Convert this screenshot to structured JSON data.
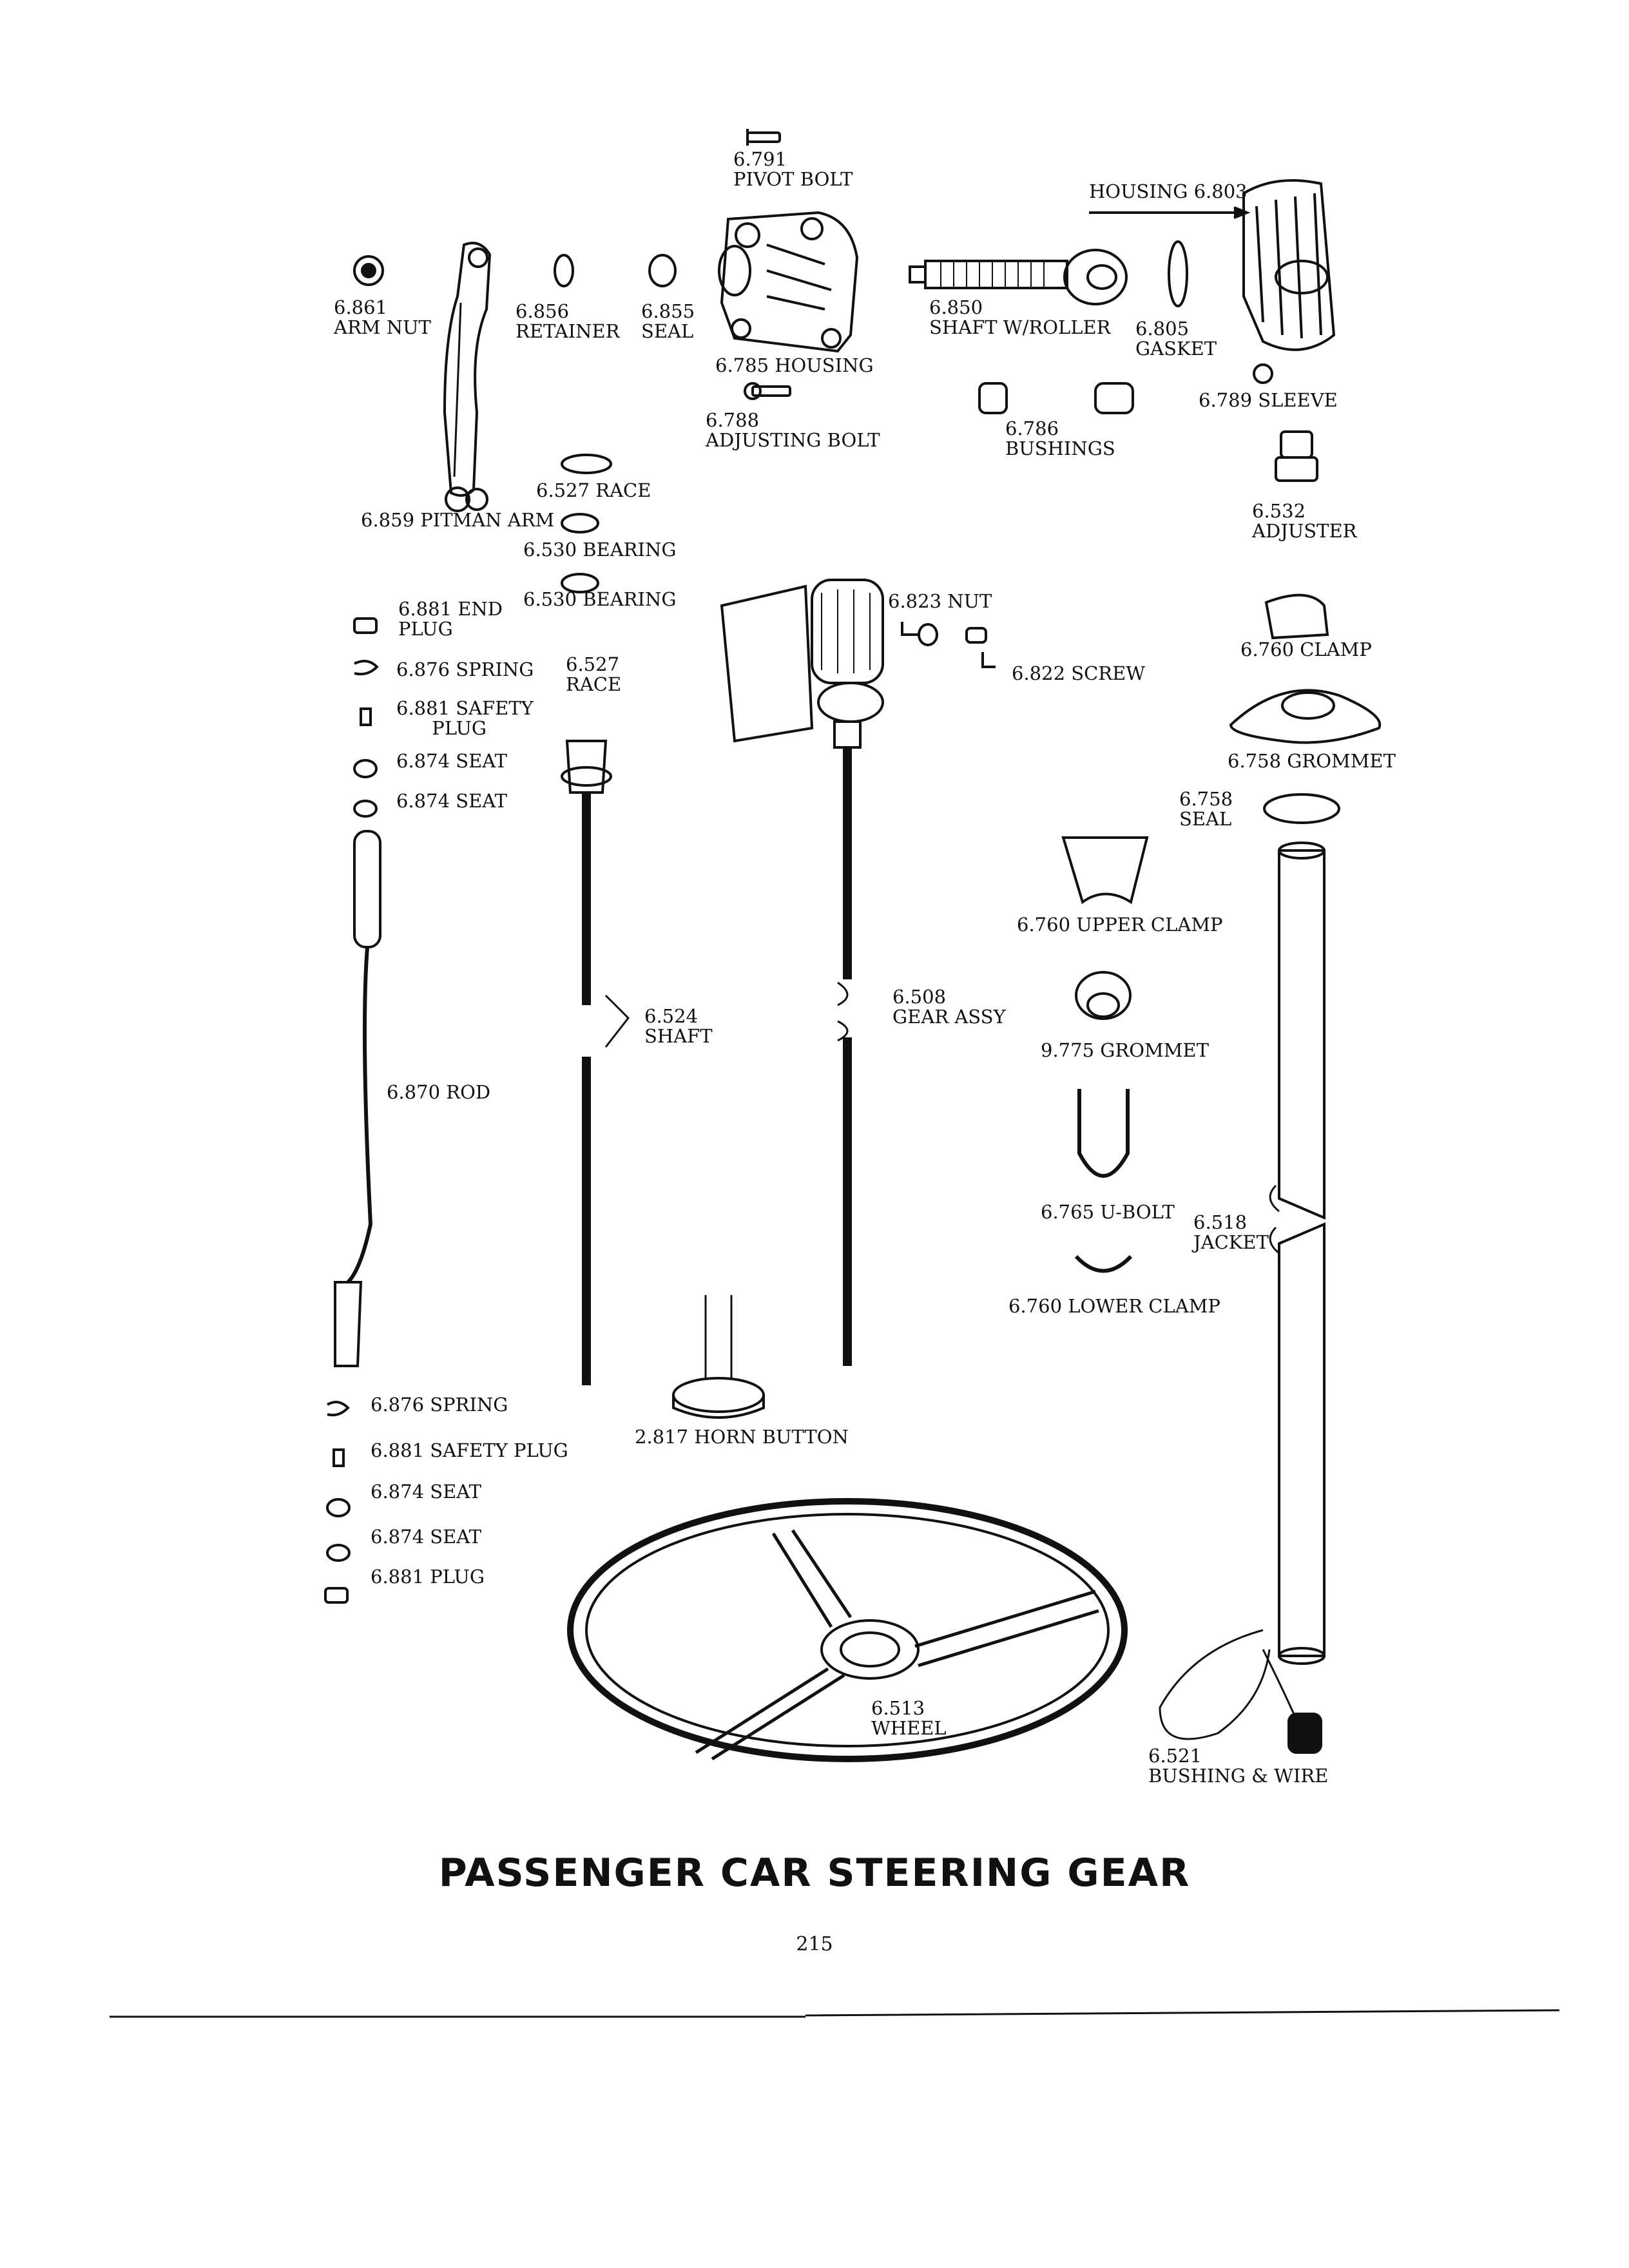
{
  "title": "PASSENGER CAR STEERING GEAR",
  "page_number": "215",
  "labels": {
    "pivot_bolt": "6.791\nPIVOT BOLT",
    "housing_top": "HOUSING 6.803",
    "arm_nut": "6.861\nARM NUT",
    "retainer": "6.856\nRETAINER",
    "seal": "6.855\nSEAL",
    "housing_6785": "6.785 HOUSING",
    "shaft_roller": "6.850\nSHAFT W/ROLLER",
    "gasket": "6.805\nGASKET",
    "adjusting_bolt": "6.788\nADJUSTING BOLT",
    "bushings": "6.786\nBUSHINGS",
    "sleeve": "6.789 SLEEVE",
    "race_top": "6.527 RACE",
    "pitman_arm": "6.859 PITMAN ARM",
    "bearing_1": "6.530 BEARING",
    "bearing_2": "6.530 BEARING",
    "adjuster": "6.532\nADJUSTER",
    "end_plug": "6.881 END\nPLUG",
    "spring_1": "6.876 SPRING",
    "race_2": "6.527\nRACE",
    "safety_plug_1": "6.881 SAFETY\n      PLUG",
    "seat_1": "6.874 SEAT",
    "seat_2": "6.874 SEAT",
    "nut_6823": "6.823 NUT",
    "screw_6822": "6.822 SCREW",
    "clamp": "6.760 CLAMP",
    "grommet_6758": "6.758 GROMMET",
    "seal_6758": "6.758\nSEAL",
    "upper_clamp": "6.760 UPPER CLAMP",
    "shaft_6524": "6.524\nSHAFT",
    "gear_assy": "6.508\nGEAR ASSY",
    "grommet_9775": "9.775 GROMMET",
    "rod": "6.870 ROD",
    "u_bolt": "6.765 U-BOLT",
    "jacket": "6.518\nJACKET",
    "lower_clamp": "6.760 LOWER CLAMP",
    "spring_2": "6.876 SPRING",
    "horn_button": "2.817 HORN BUTTON",
    "safety_plug_2": "6.881 SAFETY PLUG",
    "seat_3": "6.874 SEAT",
    "seat_4": "6.874 SEAT",
    "plug": "6.881 PLUG",
    "wheel": "6.513\nWHEEL",
    "bushing_wire": "6.521\nBUSHING & WIRE"
  }
}
